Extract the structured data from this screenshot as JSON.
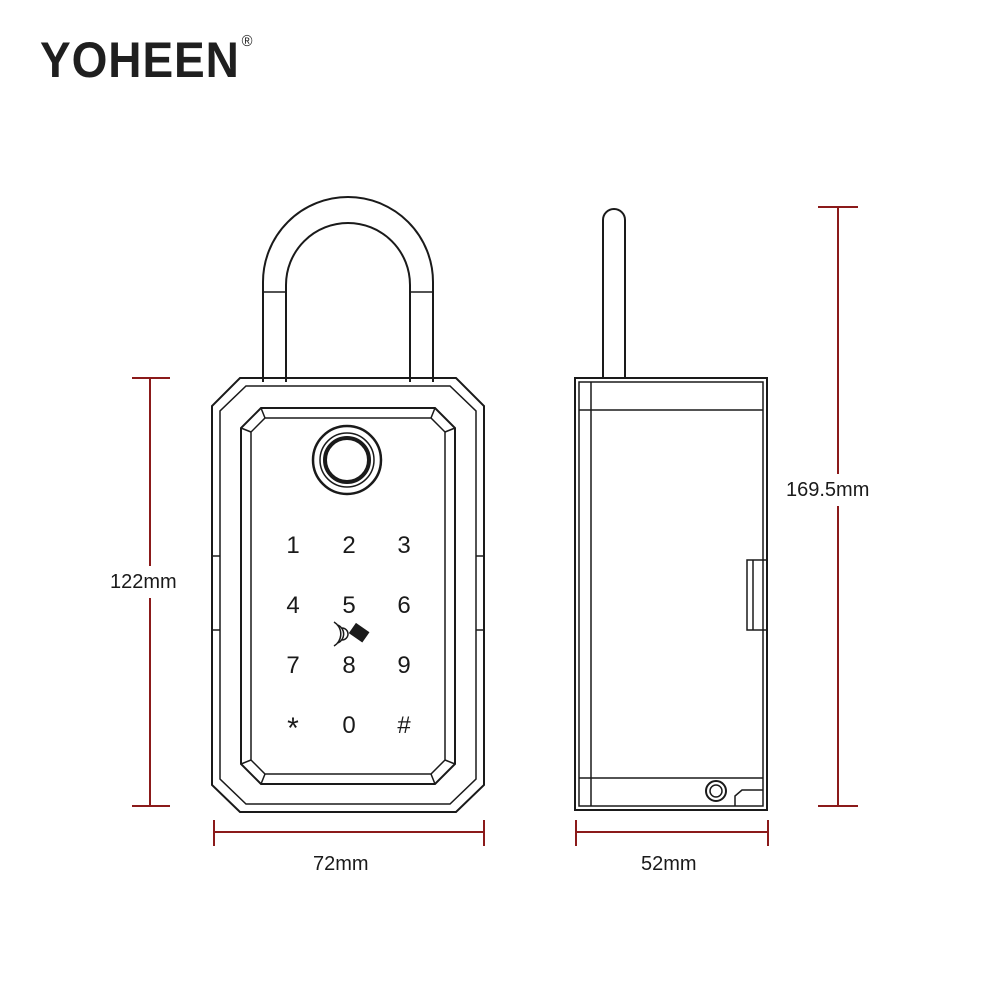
{
  "brand": {
    "name": "YOHEEN",
    "registered_mark": "®"
  },
  "dimensions": {
    "width": "72mm",
    "body_height": "122mm",
    "total_height": "169.5mm",
    "depth": "52mm"
  },
  "keypad": {
    "keys": [
      "1",
      "2",
      "3",
      "4",
      "5",
      "6",
      "7",
      "8",
      "9",
      "*",
      "0",
      "#"
    ]
  },
  "icons": [
    "fingerprint-sensor-icon",
    "nfc-card-icon",
    "key-hole-icon"
  ],
  "colors": {
    "dimension_line": "#8b1a1a",
    "outline": "#1a1a1a"
  }
}
